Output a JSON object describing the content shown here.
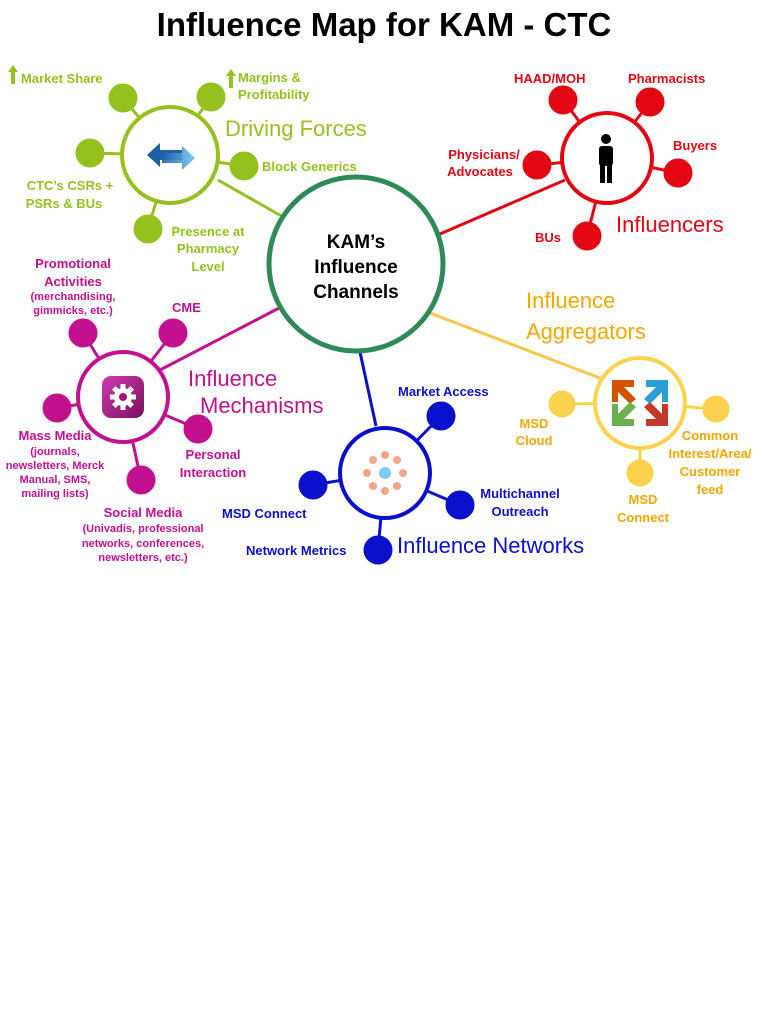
{
  "title": "Influence Map for KAM - CTC",
  "colors": {
    "driving": "#95c11f",
    "influencers": "#e30613",
    "aggregators": "#f7a600",
    "mechanisms": "#c2108f",
    "networks": "#0b10cc",
    "center": "#2e8b57"
  },
  "center": {
    "line1": "KAM’s",
    "line2": "Influence",
    "line3": "Channels"
  },
  "driving_forces": {
    "heading": "Driving Forces",
    "icon": "swap-arrows-icon",
    "market_share": "Market Share",
    "margins_line1": "Margins &",
    "margins_line2": "Profitability",
    "block_generics": "Block Generics",
    "csr_line1": "CTC’s CSRs +",
    "csr_line2": "PSRs & BUs",
    "presence_line1": "Presence at",
    "presence_line2": "Pharmacy",
    "presence_line3": "Level"
  },
  "influencers": {
    "heading": "Influencers",
    "icon": "person-icon",
    "haad": "HAAD/MOH",
    "pharmacists": "Pharmacists",
    "physicians_line1": "Physicians/",
    "physicians_line2": "Advocates",
    "buyers": "Buyers",
    "bus": "BUs"
  },
  "aggregators": {
    "heading_line1": "Influence",
    "heading_line2": "Aggregators",
    "icon": "converge-arrows-icon",
    "msd_cloud_line1": "MSD",
    "msd_cloud_line2": "Cloud",
    "common_line1": "Common",
    "common_line2": "Interest/Area/",
    "common_line3": "Customer",
    "common_line4": "feed",
    "msd_connect_line1": "MSD",
    "msd_connect_line2": "Connect"
  },
  "mechanisms": {
    "heading_line1": "Influence",
    "heading_line2": "Mechanisms",
    "icon": "gear-icon",
    "promo_line1": "Promotional",
    "promo_line2": "Activities",
    "promo_line3": "(merchandising,",
    "promo_line4": "gimmicks, etc.)",
    "cme": "CME",
    "mass_line1": "Mass Media",
    "mass_line2": "(journals,",
    "mass_line3": "newsletters, Merck",
    "mass_line4": "Manual, SMS,",
    "mass_line5": "mailing lists)",
    "personal_line1": "Personal",
    "personal_line2": "Interaction",
    "social_line1": "Social Media",
    "social_line2": "(Univadis, professional",
    "social_line3": "networks, conferences,",
    "social_line4": "newsletters, etc.)"
  },
  "networks": {
    "heading": "Influence Networks",
    "icon": "network-dots-icon",
    "market_access": "Market Access",
    "msd_connect": "MSD Connect",
    "multichannel_line1": "Multichannel",
    "multichannel_line2": "Outreach",
    "network_metrics": "Network Metrics"
  }
}
